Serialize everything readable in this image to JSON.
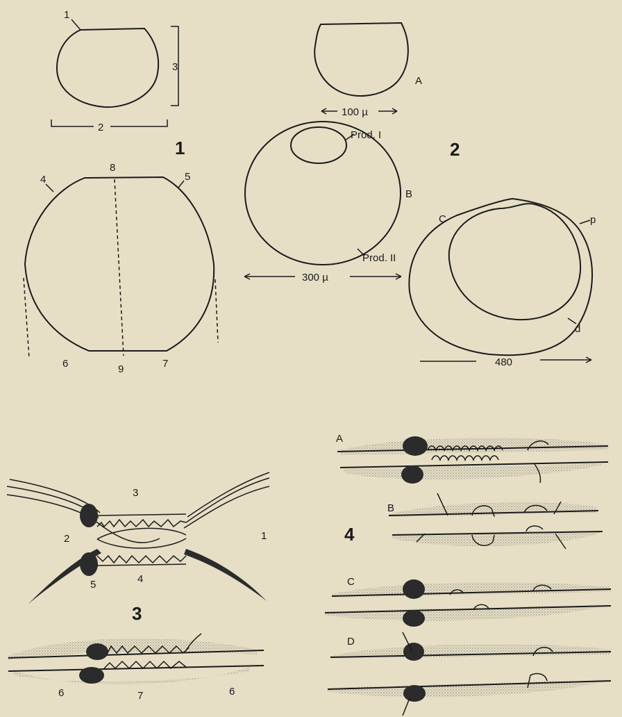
{
  "figures": {
    "fig1": {
      "number": "1",
      "top_labels": [
        "1",
        "2",
        "3"
      ],
      "bottom_labels": [
        "4",
        "5",
        "6",
        "7",
        "8",
        "9"
      ]
    },
    "fig2": {
      "number": "2",
      "panel_a": "A",
      "panel_b": "B",
      "panel_c": "C",
      "scale_a": "100 µ",
      "scale_b": "300 µ",
      "scale_c": "480",
      "prod1": "Prod. I",
      "prod2": "Prod. II",
      "p": "p",
      "d": "d"
    },
    "fig3": {
      "number": "3",
      "labels": [
        "1",
        "2",
        "3",
        "4",
        "5",
        "6",
        "7",
        "6"
      ]
    },
    "fig4": {
      "number": "4",
      "panels": [
        "A",
        "B",
        "C",
        "D"
      ]
    }
  }
}
